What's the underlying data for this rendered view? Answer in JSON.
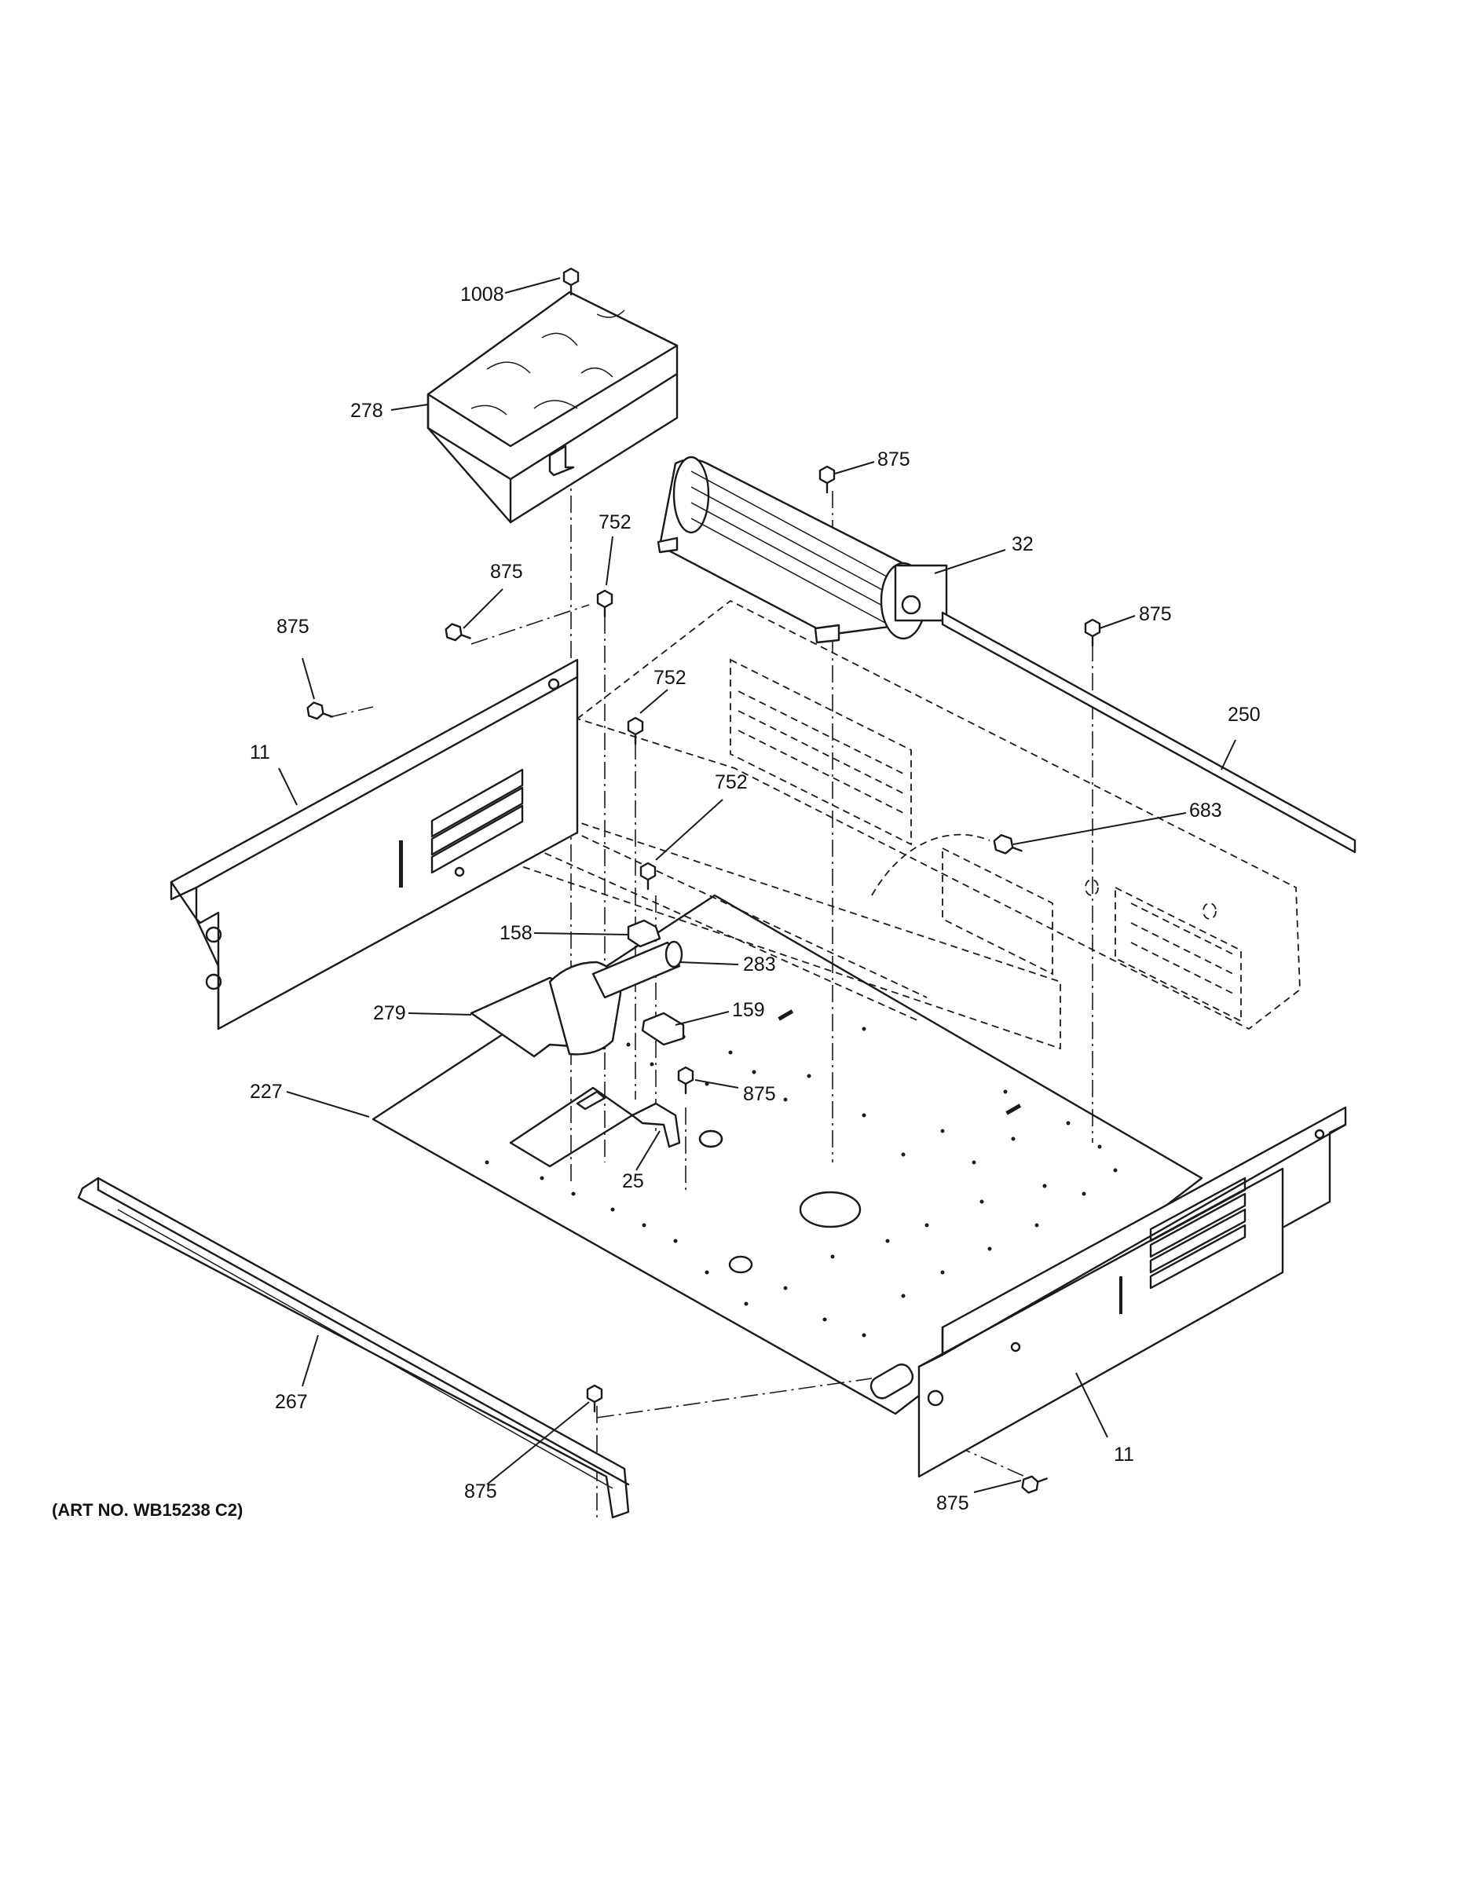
{
  "diagram": {
    "art_number": "(ART NO. WB15238 C2)",
    "callouts": {
      "p1008": "1008",
      "p278": "278",
      "p875_fan": "875",
      "p32": "32",
      "p752_a": "752",
      "p875_a": "875",
      "p875_right": "875",
      "p875_left": "875",
      "p752_b": "752",
      "p250": "250",
      "p11_left": "11",
      "p752_c": "752",
      "p683": "683",
      "p158": "158",
      "p283": "283",
      "p279": "279",
      "p159": "159",
      "p875_mid": "875",
      "p227": "227",
      "p25": "25",
      "p267": "267",
      "p875_bottom": "875",
      "p11_right": "11",
      "p875_br": "875"
    }
  }
}
